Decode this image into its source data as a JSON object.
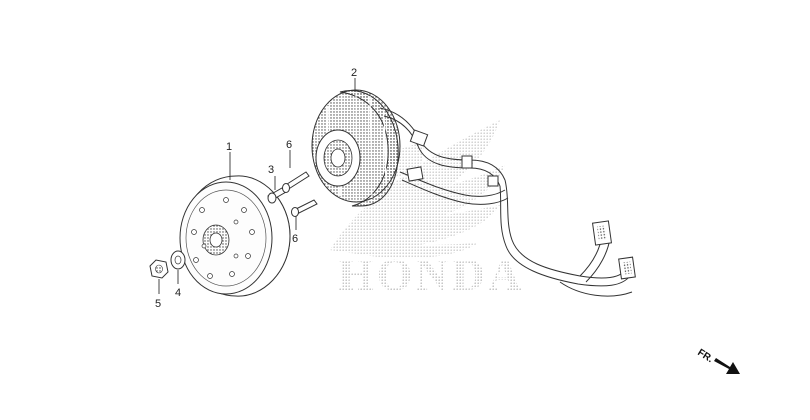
{
  "watermark": {
    "brand": "HONDA"
  },
  "callouts": [
    {
      "id": "1",
      "label": "1"
    },
    {
      "id": "2",
      "label": "2"
    },
    {
      "id": "3",
      "label": "3"
    },
    {
      "id": "4",
      "label": "4"
    },
    {
      "id": "5",
      "label": "5"
    },
    {
      "id": "6a",
      "label": "6"
    },
    {
      "id": "6b",
      "label": "6"
    }
  ],
  "direction_indicator": {
    "label": "FR."
  }
}
